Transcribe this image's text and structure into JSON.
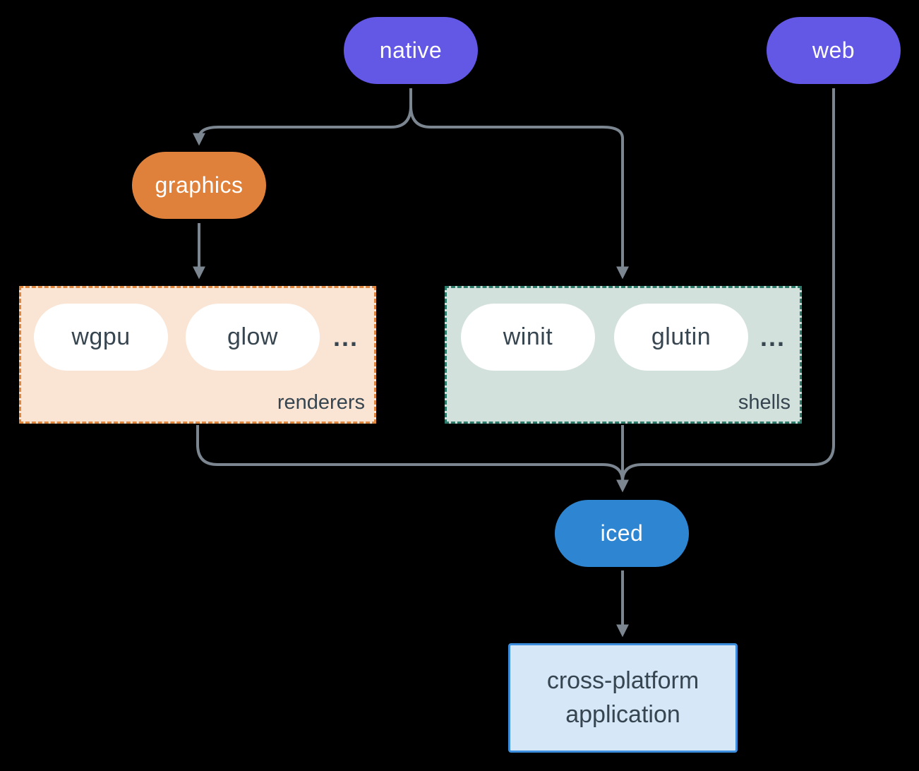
{
  "diagram": {
    "nodes": {
      "native": {
        "label": "native"
      },
      "web": {
        "label": "web"
      },
      "graphics": {
        "label": "graphics"
      },
      "iced": {
        "label": "iced"
      },
      "application": {
        "line1": "cross-platform",
        "line2": "application"
      }
    },
    "groups": {
      "renderers": {
        "label": "renderers",
        "items": [
          "wgpu",
          "glow"
        ],
        "more": "..."
      },
      "shells": {
        "label": "shells",
        "items": [
          "winit",
          "glutin"
        ],
        "more": "..."
      }
    },
    "colors": {
      "background": "#000000",
      "platform_pill": "#6357E6",
      "graphics_pill": "#E0813B",
      "iced_pill": "#2E86D2",
      "pill_text_light": "#FFFFFF",
      "dark_text": "#36454F",
      "renderers_bg": "#FAE4D3",
      "renderers_border": "#E0873F",
      "shells_bg": "#D2E1DC",
      "shells_border": "#2D7C6B",
      "app_bg": "#D6E7F8",
      "app_border": "#3E8EDE",
      "connector": "#7B8691"
    }
  }
}
